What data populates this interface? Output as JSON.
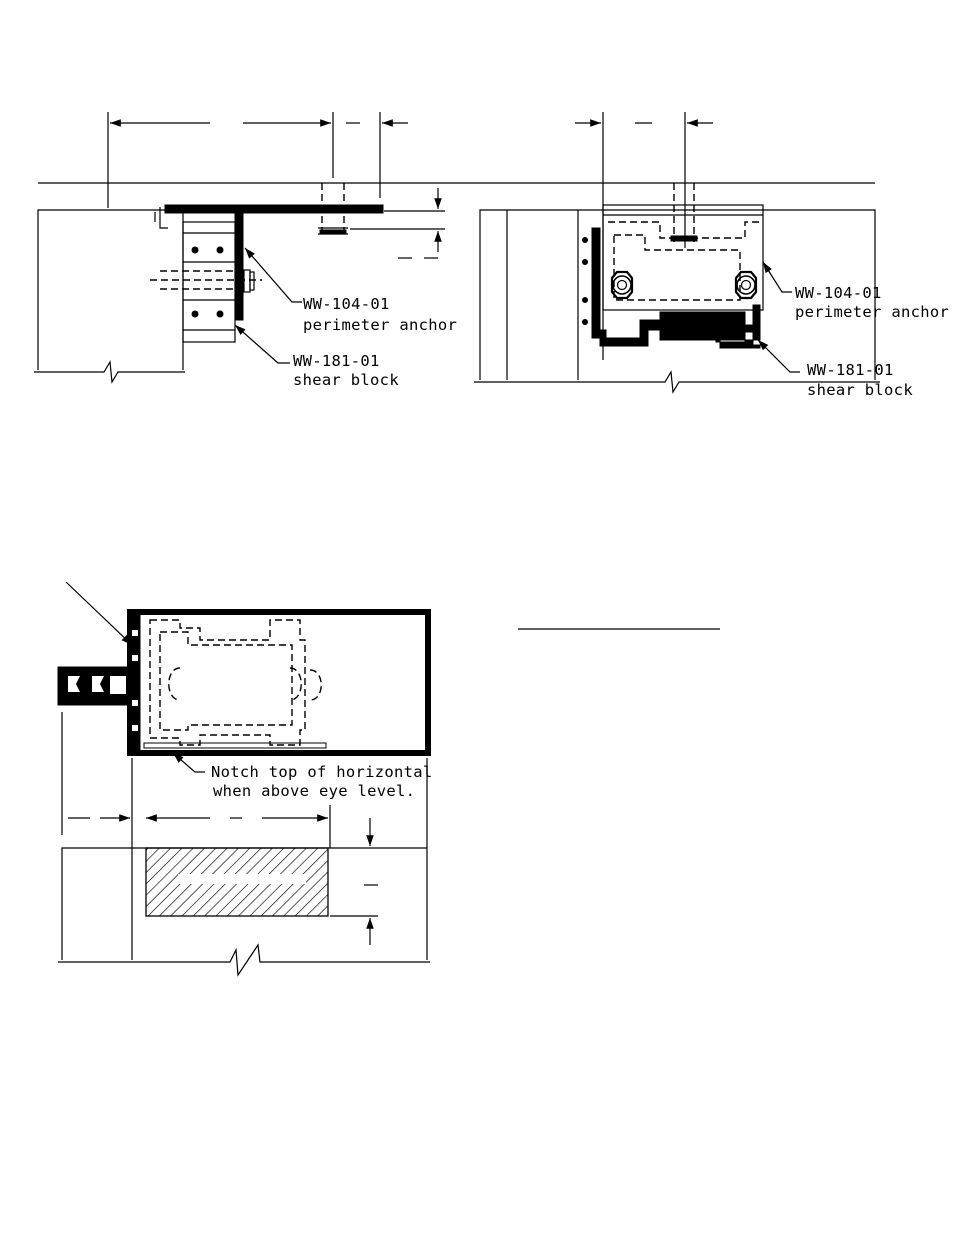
{
  "detail_top_left": {
    "anchor_label_1": "WW-104-01",
    "anchor_label_2": "perimeter anchor",
    "shear_label_1": "WW-181-01",
    "shear_label_2": "shear block"
  },
  "detail_top_right": {
    "anchor_label_1": "WW-104-01",
    "anchor_label_2": "perimeter anchor",
    "shear_label_1": "WW-181-01",
    "shear_label_2": "shear block"
  },
  "detail_bottom": {
    "notch_label_1": "Notch top of horizontal",
    "notch_label_2": "when above eye level."
  },
  "colors": {
    "line": "#000000",
    "background": "#ffffff"
  }
}
